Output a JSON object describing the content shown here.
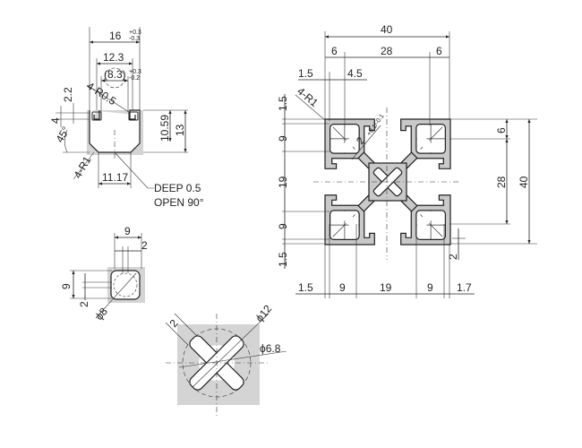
{
  "slot_detail": {
    "width": "16",
    "width_tol_plus": "+0.3",
    "width_tol_minus": "-0.3",
    "inner_width": "12.3",
    "opening": "(8.3)",
    "opening_tol_plus": "+0.3",
    "opening_tol_minus": "-0.2",
    "radius_small": "4-R0.5",
    "lip": "2.2",
    "lip_gap": "4",
    "angle": "45°",
    "radius_corner": "4-R1",
    "depth_inner": "10.59",
    "depth": "13",
    "bottom_width": "11.17",
    "note_line1": "DEEP 0.5",
    "note_line2": "OPEN 90°"
  },
  "corner_hole_detail": {
    "width": "9",
    "web": "2",
    "height": "9",
    "web_v": "2",
    "diameter": "ϕ8"
  },
  "center_hole_detail": {
    "web": "2",
    "outer_diameter": "ϕ12",
    "inner_diameter": "ϕ6.8"
  },
  "profile": {
    "top": {
      "overall": "40",
      "left": "6",
      "middle": "28",
      "right": "6",
      "edge": "1.5",
      "slot": "4.5"
    },
    "left": [
      "1.5",
      "9",
      "19",
      "9",
      "1.5"
    ],
    "right": {
      "small": "6",
      "middle": "28",
      "overall": "40"
    },
    "bottom": [
      "1.5",
      "9",
      "19",
      "9",
      "1.7"
    ],
    "bottom_right_gap": "2",
    "corner_radius": "4-R1",
    "web_thickness": "2",
    "web_tol": "+0.1/-0.1"
  }
}
